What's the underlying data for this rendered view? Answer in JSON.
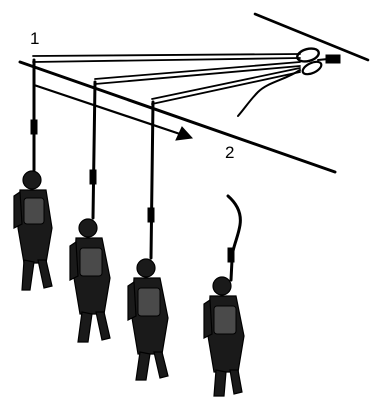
{
  "diagram": {
    "labels": [
      {
        "id": "1",
        "text": "1"
      },
      {
        "id": "2",
        "text": "2"
      }
    ]
  }
}
